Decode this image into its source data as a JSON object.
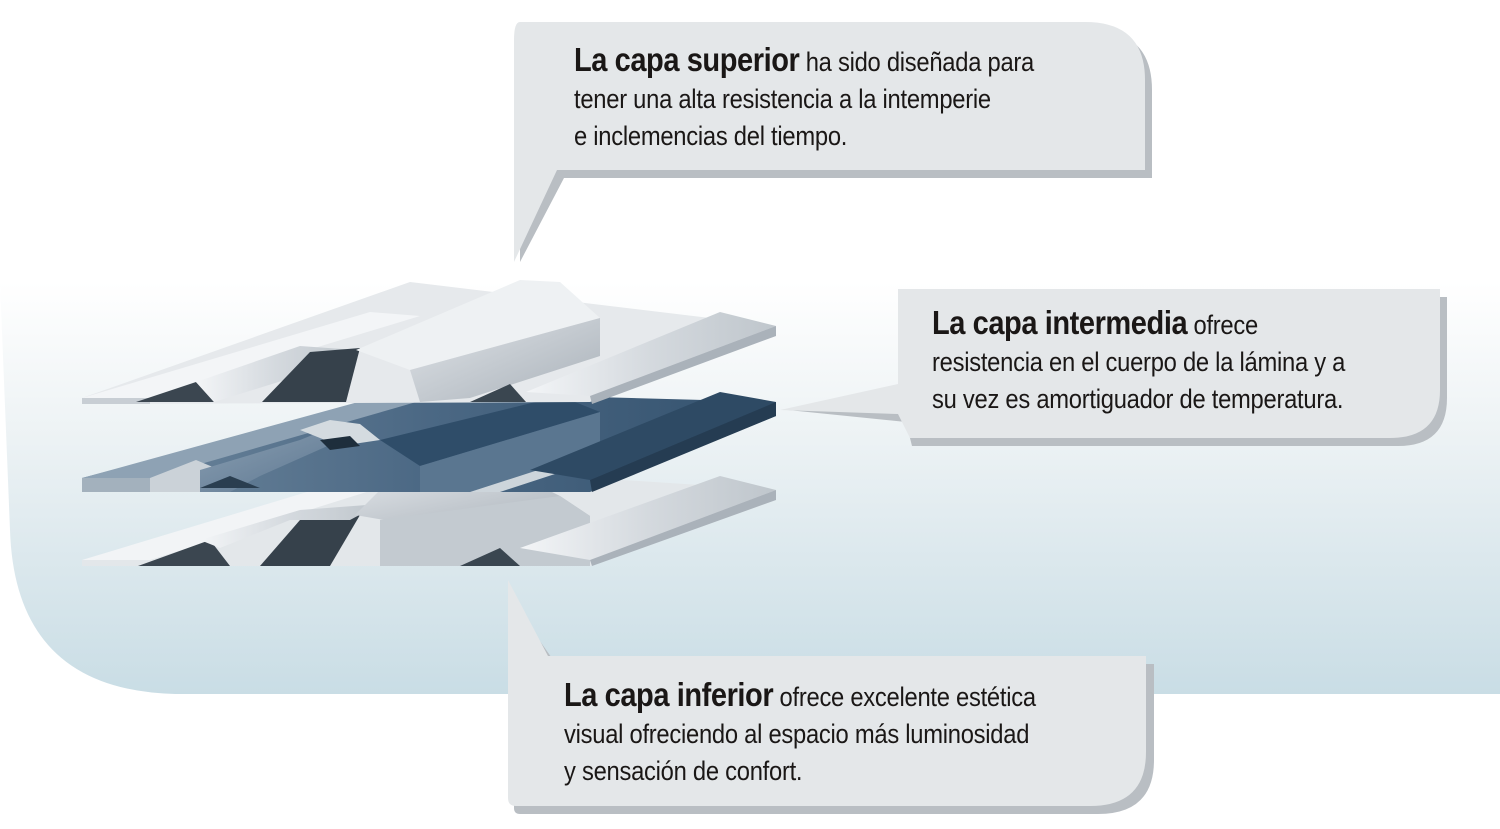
{
  "callouts": {
    "top": {
      "lead": "La capa superior",
      "line1_rest": "ha sido diseñada para",
      "line2": "tener una alta resistencia a la intemperie",
      "line3": "e inclemencias del tiempo."
    },
    "middle": {
      "lead": "La capa intermedia",
      "line1_rest": "ofrece",
      "line2": "resistencia en el cuerpo de la lámina y a",
      "line3": "su vez es amortiguador de temperatura."
    },
    "bottom": {
      "lead": "La capa inferior",
      "line1_rest": "ofrece excelente estética",
      "line2": "visual ofreciendo al espacio más luminosidad",
      "line3": "y sensación de confort."
    }
  },
  "colors": {
    "bubble": "#e4e7e9",
    "bubble_shadow": "#b9bec3",
    "backdrop_top": "#ffffff",
    "backdrop_bottom": "#c9dde5",
    "top_layer": "#d4d9de",
    "middle_layer": "#3f5f7c",
    "bottom_layer": "#cdd3d8",
    "text": "#1a1716"
  }
}
